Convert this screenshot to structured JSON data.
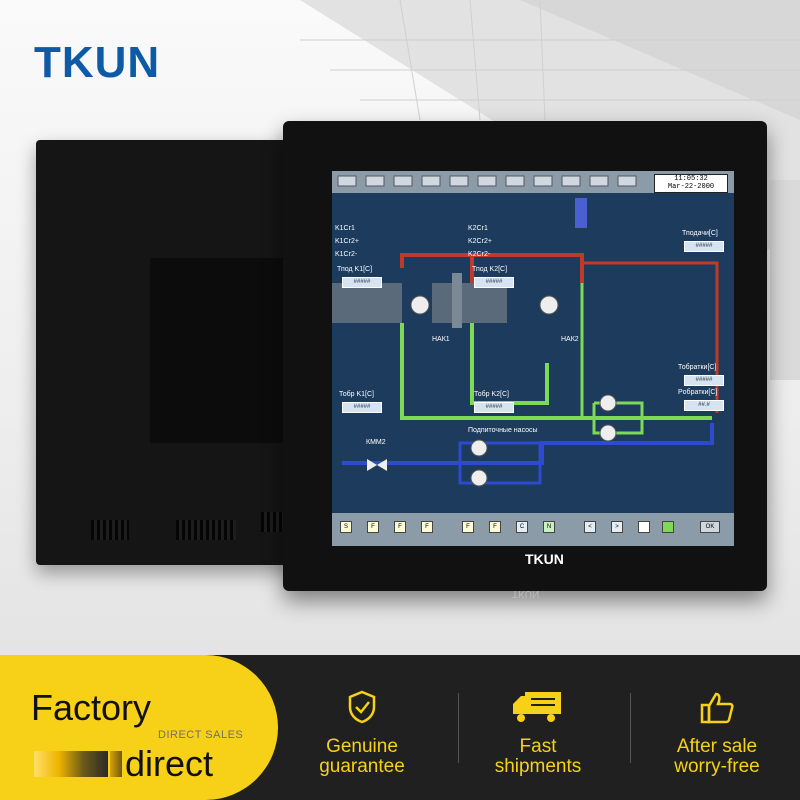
{
  "brand": {
    "logo_text": "TKUN",
    "screen_brand": "TKUN",
    "reflection": "TKUN"
  },
  "screen": {
    "clock_time": "11:05:32",
    "clock_date": "Mar-22-2000",
    "labels": {
      "k1_1": "K1Cr1",
      "k1_2": "K1Cr2+",
      "k1_3": "K1Cr2-",
      "k2_1": "K2Cr1",
      "k2_2": "K2Cr2+",
      "k2_3": "K2Cr2-",
      "tpod_k1": "Тпод K1[C]",
      "tpod_k2": "Тпод K2[C]",
      "tpodachi": "Тподачи[C]",
      "tobr_k1": "Тобр K1[C]",
      "tobr_k2": "Тобр K2[C]",
      "tobratki": "Тобратки[C]",
      "robratki": "Pобратки[C]",
      "nak1": "НАК1",
      "nak2": "НАК2",
      "kmm2": "КММ2",
      "pumps": "Подпиточные насосы"
    },
    "field_value": "#####",
    "field_value_short": "##.#",
    "bottom_buttons": [
      "S",
      "F",
      "F",
      "F",
      "F",
      "F",
      "C",
      "N",
      "<",
      ">",
      "",
      "",
      "OK"
    ]
  },
  "banner": {
    "factory": "Factory",
    "direct_sales": "DIRECT SALES",
    "direct": "direct",
    "features": [
      {
        "icon": "shield-check-icon",
        "line1": "Genuine",
        "line2": "guarantee"
      },
      {
        "icon": "delivery-truck-icon",
        "line1": "Fast",
        "line2": "shipments"
      },
      {
        "icon": "thumbs-up-icon",
        "line1": "After sale",
        "line2": "worry-free"
      }
    ],
    "colors": {
      "accent": "#f7d117",
      "dark": "#202020"
    }
  }
}
